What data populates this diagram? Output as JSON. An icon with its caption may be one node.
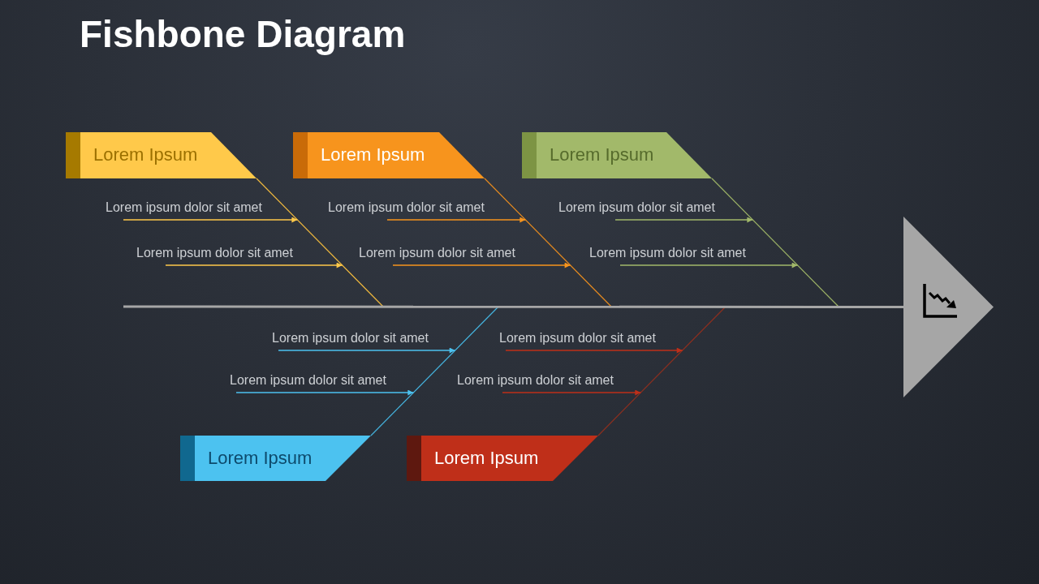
{
  "diagram": {
    "title": "Fishbone Diagram",
    "nodes": [
      {
        "text": [
          "Lorem Ipsum"
        ]
      },
      {
        "text": [],
        "shape": "line"
      },
      {
        "text": [
          "Lorem ipsum dolor sit amet"
        ]
      },
      {
        "text": [
          "Lorem ipsum dolor sit amet"
        ]
      },
      {
        "text": [
          "Lorem Ipsum"
        ]
      },
      {
        "text": [],
        "shape": "line"
      },
      {
        "text": [
          "Lorem ipsum dolor sit amet"
        ]
      },
      {
        "text": [
          "Lorem ipsum dolor sit amet"
        ]
      },
      {
        "text": [
          "Lorem Ipsum"
        ]
      },
      {
        "text": [],
        "shape": "line"
      },
      {
        "text": [
          "Lorem ipsum dolor sit amet"
        ]
      },
      {
        "text": [
          "Lorem ipsum dolor sit amet"
        ]
      },
      {
        "text": [
          "Lorem ipsum dolor sit amet"
        ]
      },
      {
        "text": [
          "Lorem ipsum dolor sit amet"
        ]
      },
      {
        "text": [],
        "shape": "line"
      },
      {
        "text": [
          "Lorem Ipsum"
        ]
      },
      {
        "text": [
          "Lorem ipsum dolor sit amet"
        ]
      },
      {
        "text": [
          "Lorem ipsum dolor sit amet"
        ]
      },
      {
        "text": [],
        "shape": "line"
      },
      {
        "text": [
          "Lorem Ipsum"
        ]
      },
      {
        "text": [],
        "shape": "triangle"
      }
    ],
    "edges": [
      {
        "from": null,
        "to": 20,
        "arrow": "none",
        "color": "#a6a6a6"
      },
      {
        "from": 2,
        "to": 1,
        "arrow": "to",
        "color": "#ffc94a"
      },
      {
        "from": 3,
        "to": 1,
        "arrow": "to",
        "color": "#ffc94a"
      },
      {
        "from": 6,
        "to": 5,
        "arrow": "to",
        "color": "#f7941d"
      },
      {
        "from": 7,
        "to": 5,
        "arrow": "to",
        "color": "#f7941d"
      },
      {
        "from": 10,
        "to": 9,
        "arrow": "to",
        "color": "#a2b96a"
      },
      {
        "from": 11,
        "to": 9,
        "arrow": "to",
        "color": "#a2b96a"
      },
      {
        "from": 12,
        "to": 14,
        "arrow": "to",
        "color": "#4cc2f0"
      },
      {
        "from": 13,
        "to": 14,
        "arrow": "to",
        "color": "#4cc2f0"
      },
      {
        "from": 16,
        "to": 18,
        "arrow": "to",
        "color": "#bf2f19"
      },
      {
        "from": 17,
        "to": 18,
        "arrow": "to",
        "color": "#bf2f19"
      }
    ]
  }
}
